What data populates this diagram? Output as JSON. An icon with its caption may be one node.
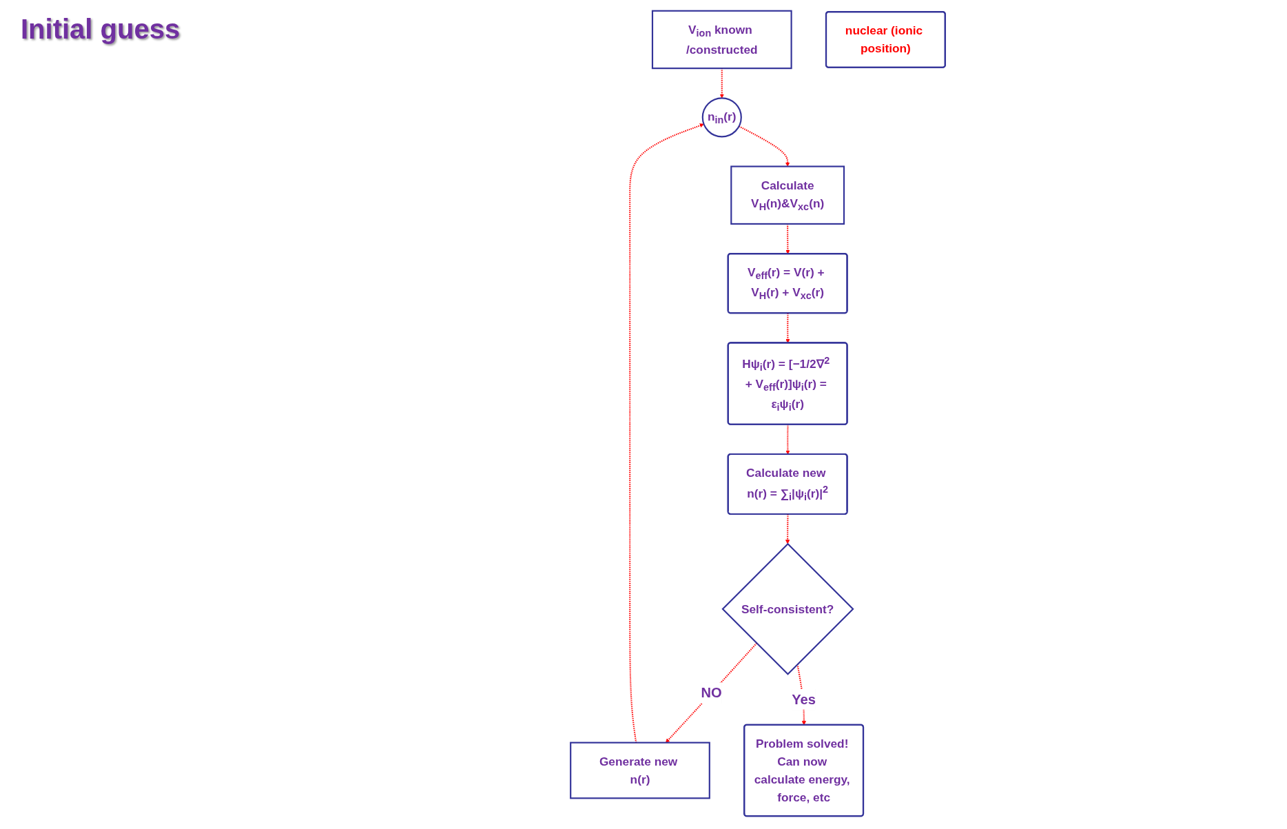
{
  "diagram": {
    "nodes": [
      {
        "text": [
          "V$_{ion}$ known /constructed"
        ]
      },
      {
        "text": [
          "n$_{in}$(r)"
        ]
      },
      {
        "text": [
          "Calculate",
          "V$_{H}$(n)&V$_{xc}$(n)"
        ]
      },
      {
        "text": [
          "V$_{eff}$(r) = V(r) + V$_{H}$(r) + V$_{xc}$(r)"
        ]
      },
      {
        "text": [
          "Hψ$_{i}$(r) = [−1/2∇$^{2}$ + V$_{eff}$(r)]ψ$_{i}$(r) = ε$_{i}$ψ$_{i}$(r)"
        ]
      },
      {
        "text": [
          "Calculate new n(r) = ∑$_{i}$|ψ$_{i}$(r)|$^{2}$"
        ]
      },
      {
        "text": [
          "Self-consistent?"
        ]
      },
      {
        "text": [
          "Generate new n(r)"
        ]
      },
      {
        "text": [
          "Problem solved! Can now calculate energy, force, etc"
        ]
      },
      {
        "text": [
          "nuclear (ionic position)"
        ]
      }
    ],
    "edges": [
      {
        "from": 0,
        "to": 1,
        "arrow": "to",
        "style": "dashed"
      },
      {
        "from": 1,
        "to": 2,
        "arrow": "to",
        "style": "dashed"
      },
      {
        "from": 2,
        "to": 3,
        "arrow": "to",
        "style": "dashed"
      },
      {
        "from": 3,
        "to": 4,
        "arrow": "to",
        "style": "dashed"
      },
      {
        "from": 4,
        "to": 5,
        "arrow": "to",
        "style": "dashed"
      },
      {
        "from": 5,
        "to": 6,
        "arrow": "to",
        "style": "dashed"
      },
      {
        "from": 6,
        "to": 7,
        "arrow": "to",
        "style": "dashed",
        "label": "NO"
      },
      {
        "from": 7,
        "to": 1,
        "arrow": "to",
        "style": "dashed"
      },
      {
        "from": 6,
        "to": 8,
        "arrow": "to",
        "style": "dashed",
        "label": "Yes"
      }
    ],
    "labels": [
      "Initial guess"
    ]
  }
}
